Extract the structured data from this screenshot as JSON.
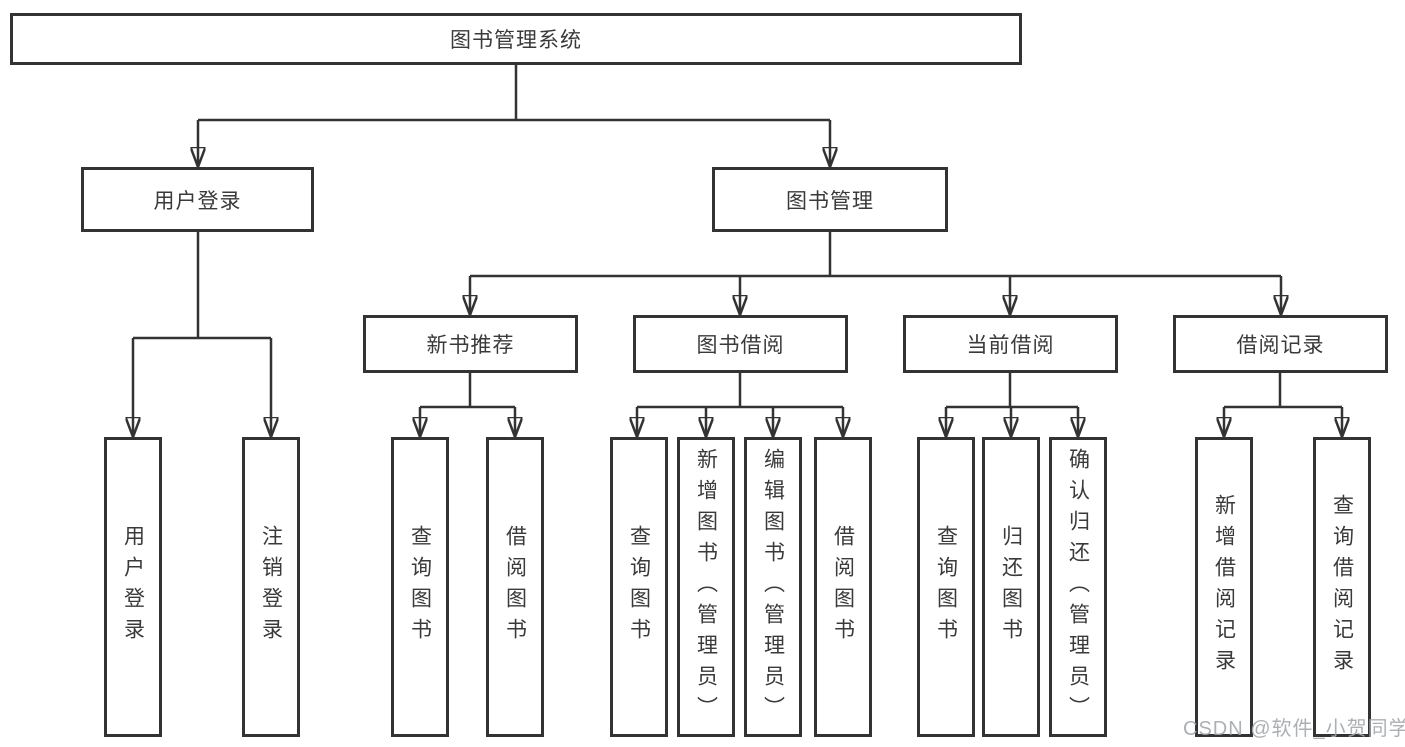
{
  "tree": {
    "label": "图书管理系统",
    "children": [
      {
        "label": "用户登录",
        "children": [
          {
            "label": "用户登录"
          },
          {
            "label": "注销登录"
          }
        ]
      },
      {
        "label": "图书管理",
        "children": [
          {
            "label": "新书推荐",
            "children": [
              {
                "label": "查询图书"
              },
              {
                "label": "借阅图书"
              }
            ]
          },
          {
            "label": "图书借阅",
            "children": [
              {
                "label": "查询图书"
              },
              {
                "label": "新增图书（管理员）"
              },
              {
                "label": "编辑图书（管理员）"
              },
              {
                "label": "借阅图书"
              }
            ]
          },
          {
            "label": "当前借阅",
            "children": [
              {
                "label": "查询图书"
              },
              {
                "label": "归还图书"
              },
              {
                "label": "确认归还（管理员）"
              }
            ]
          },
          {
            "label": "借阅记录",
            "children": [
              {
                "label": "新增借阅记录"
              },
              {
                "label": "查询借阅记录"
              }
            ]
          }
        ]
      }
    ]
  },
  "watermark": {
    "text": "CSDN @软件_小贺同学"
  },
  "colors": {
    "line": "#333333",
    "text": "#3a3a3a",
    "watermark": "#a4a8ac",
    "background": "#ffffff"
  }
}
